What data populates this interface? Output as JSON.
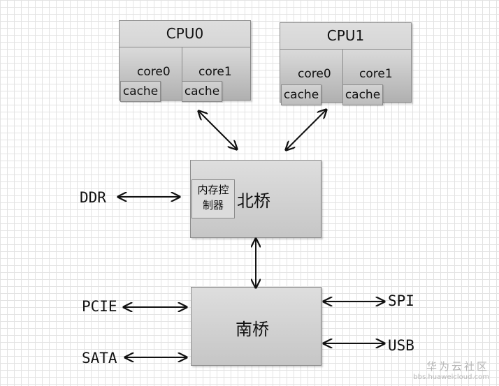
{
  "cpu0": {
    "title": "CPU0",
    "core_left": "core0",
    "core_right": "core1",
    "cache_left": "cache",
    "cache_right": "cache"
  },
  "cpu1": {
    "title": "CPU1",
    "core_left": "core0",
    "core_right": "core1",
    "cache_left": "cache",
    "cache_right": "cache"
  },
  "north_bridge": {
    "label": "北桥",
    "memory_controller_line1": "内存控",
    "memory_controller_line2": "制器"
  },
  "south_bridge": {
    "label": "南桥"
  },
  "peripherals": {
    "ddr": "DDR",
    "pcie": "PCIE",
    "sata": "SATA",
    "spi": "SPI",
    "usb": "USB"
  },
  "watermark": {
    "name": "华为云社区",
    "url": "bbs.huaweicloud.com"
  },
  "colors": {
    "box_fill_top": "#dedede",
    "box_fill_bottom": "#c6c6c6",
    "border": "#8a8a8a",
    "grid": "#e3e3e3"
  }
}
